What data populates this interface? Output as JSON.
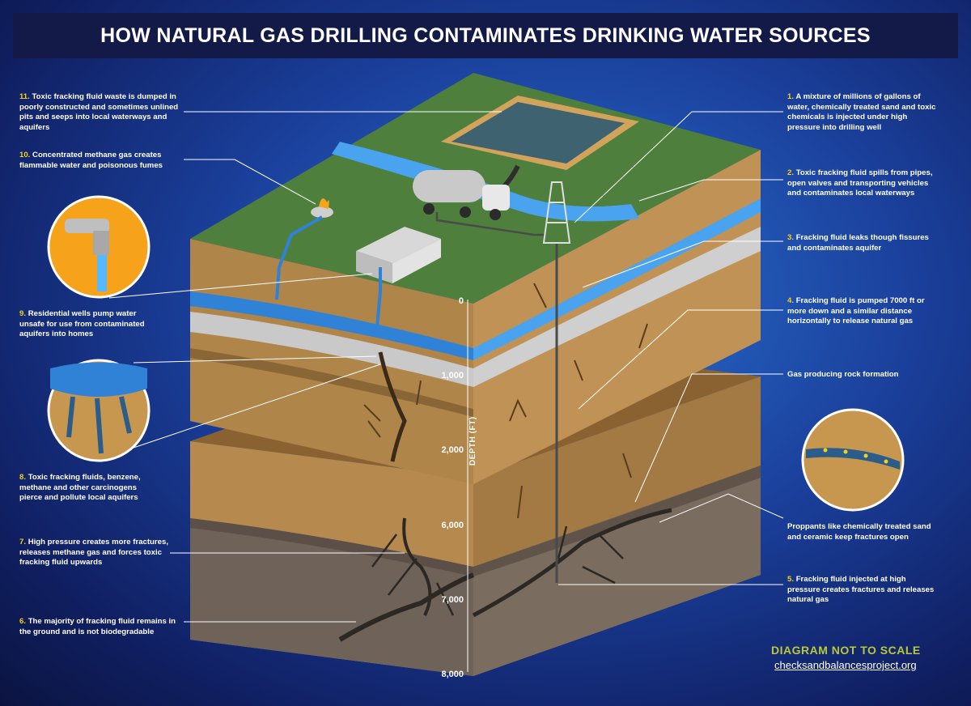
{
  "title": "HOW NATURAL GAS DRILLING CONTAMINATES DRINKING WATER SOURCES",
  "callouts_left": [
    {
      "num": "11.",
      "text": "Toxic fracking fluid waste is dumped in poorly constructed and sometimes unlined pits and seeps into local waterways and aquifers"
    },
    {
      "num": "10.",
      "text": "Concentrated methane gas creates flammable water and poisonous fumes"
    },
    {
      "num": "9.",
      "text": "Residential wells pump water unsafe for use from contaminated aquifers into homes"
    },
    {
      "num": "8.",
      "text": "Toxic fracking fluids, benzene, methane and other carcinogens pierce and pollute local aquifers"
    },
    {
      "num": "7.",
      "text": "High pressure creates more fractures, releases methane gas and forces toxic fracking fluid upwards"
    },
    {
      "num": "6.",
      "text": "The majority of fracking fluid remains in the ground and is not biodegradable"
    }
  ],
  "callouts_right": [
    {
      "num": "1.",
      "text": "A mixture of millions of gallons of water, chemically treated sand and toxic chemicals is injected under high pressure into drilling well"
    },
    {
      "num": "2.",
      "text": "Toxic fracking fluid spills from pipes, open valves and transporting vehicles and contaminates local waterways"
    },
    {
      "num": "3.",
      "text": "Fracking fluid leaks though fissures and contaminates aquifer"
    },
    {
      "num": "4.",
      "text": "Fracking fluid is pumped 7000 ft or more down and a similar distance horizontally to release natural gas"
    },
    {
      "num": "",
      "text": "Gas producing rock formation"
    },
    {
      "num": "",
      "text": "Proppants like chemically treated sand and ceramic keep fractures open"
    },
    {
      "num": "5.",
      "text": "Fracking fluid injected at high pressure creates fractures and releases natural gas"
    }
  ],
  "depth_axis": {
    "label": "DEPTH (FT)",
    "ticks": [
      "0",
      "1,000",
      "2,000",
      "6,000",
      "7,000",
      "8,000"
    ]
  },
  "footer": {
    "note": "DIAGRAM NOT TO SCALE",
    "website": "checksandbalancesproject.org"
  },
  "colors": {
    "background": "#1a3f9a",
    "title_bar": "#141a48",
    "callout_number": "#f2d21a",
    "footer_note": "#b7c93a",
    "soil": "#b6894c",
    "grass": "#4f7f3d",
    "water": "#3f95e0",
    "shale": "#75695e"
  }
}
